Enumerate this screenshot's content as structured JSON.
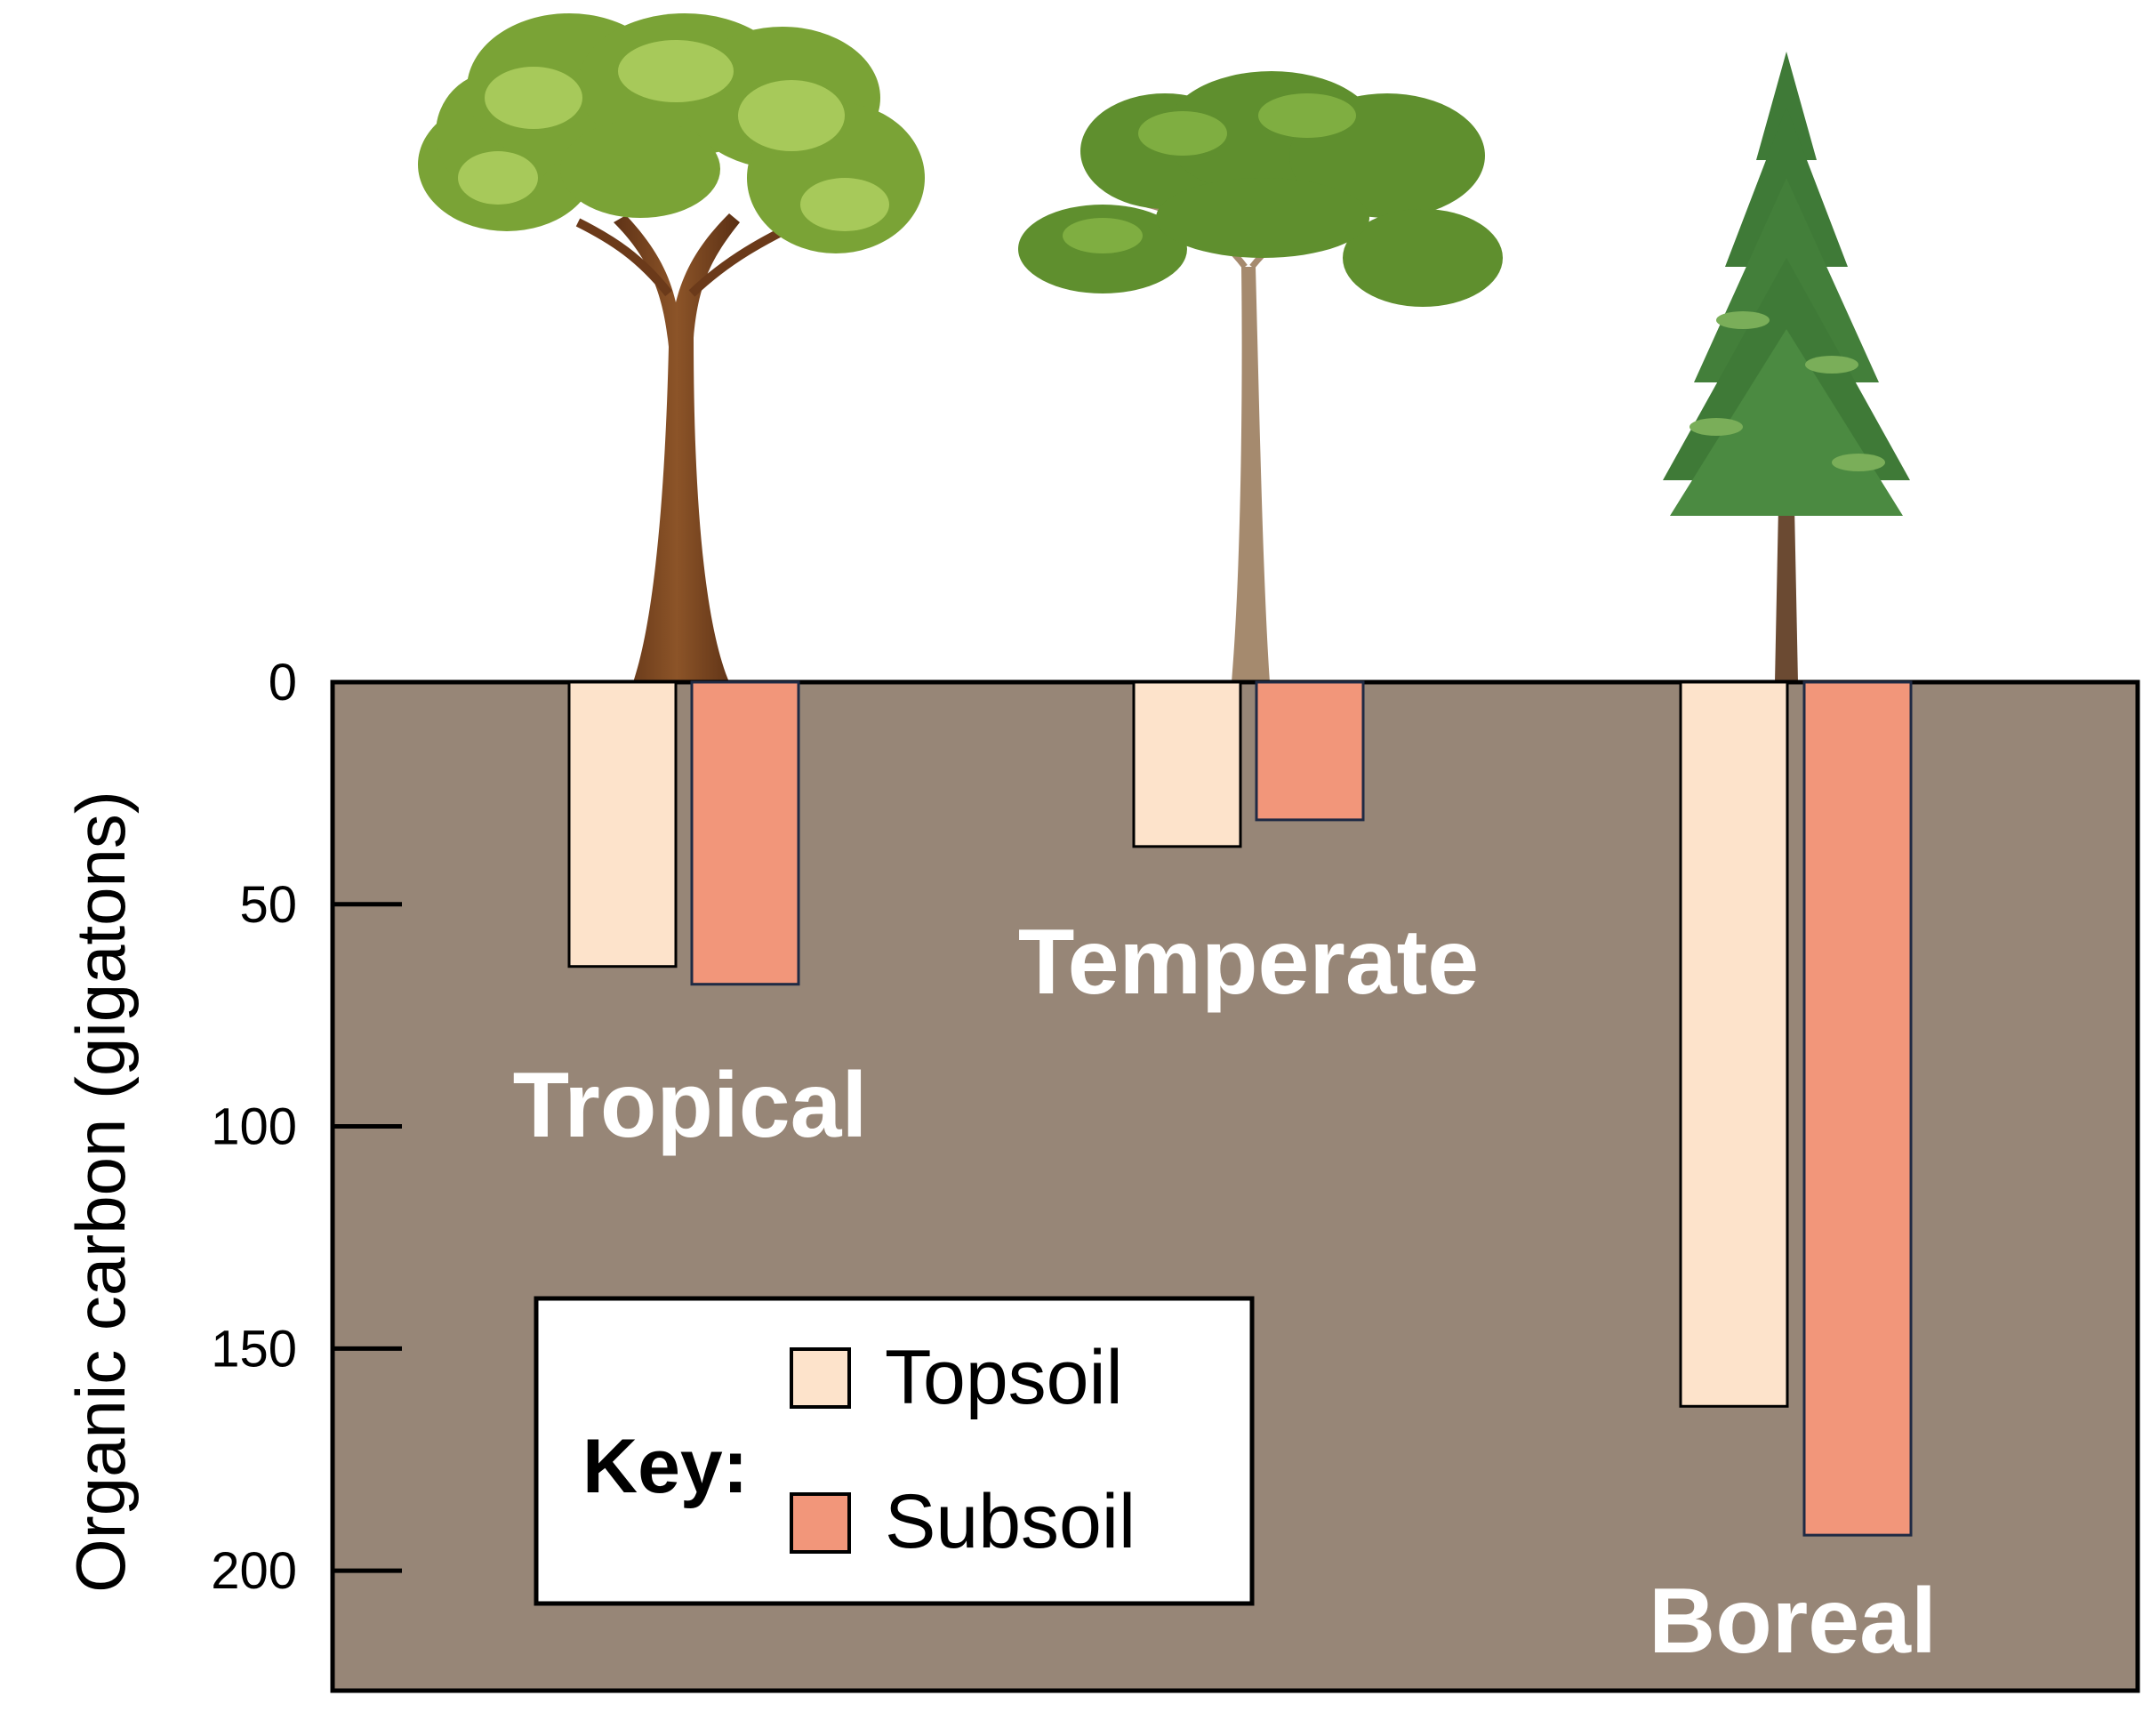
{
  "chart_data": {
    "type": "bar",
    "orientation": "downward",
    "categories": [
      "Tropical",
      "Temperate",
      "Boreal"
    ],
    "series": [
      {
        "name": "Topsoil",
        "values": [
          64,
          37,
          163
        ],
        "color": "#fde3cb"
      },
      {
        "name": "Subsoil",
        "values": [
          68,
          31,
          192
        ],
        "color": "#f2967a"
      }
    ],
    "ylabel": "Organic carbon (gigatons)",
    "yticks": [
      0,
      50,
      100,
      150,
      200
    ],
    "ylim": [
      0,
      227
    ],
    "legend": {
      "title": "Key:",
      "placement": "bottom-left"
    },
    "icons": [
      "tropical-tree-icon",
      "temperate-tree-icon",
      "boreal-conifer-icon"
    ],
    "colors": {
      "soil": "#978677",
      "frame": "#000000",
      "label": "#ffffff"
    }
  }
}
